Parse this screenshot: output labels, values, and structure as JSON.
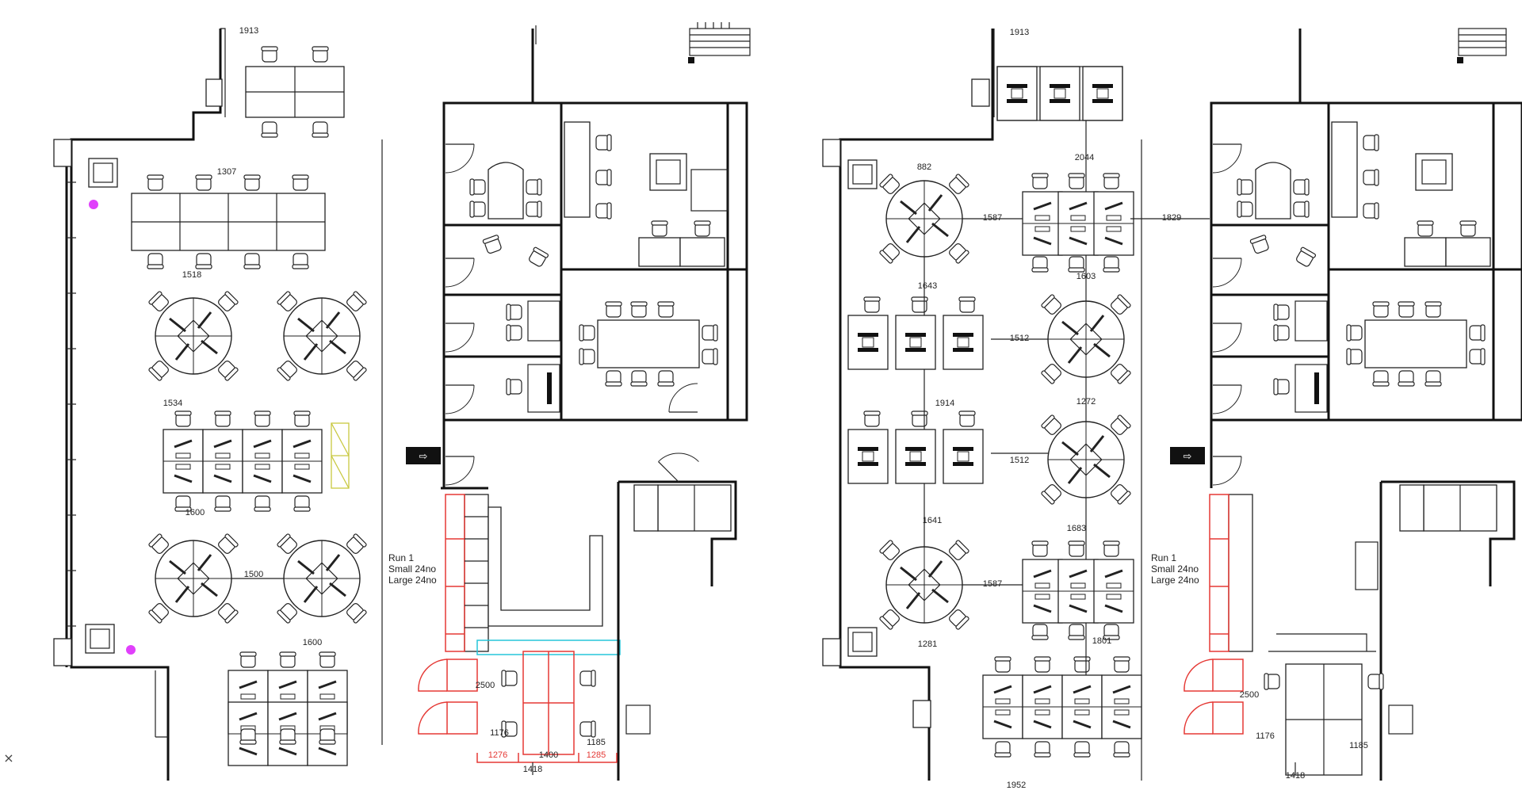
{
  "close_icon": "close-icon",
  "left_plan": {
    "dims": [
      "1913",
      "1307",
      "1518",
      "1534",
      "1600",
      "1500",
      "1600",
      "2500",
      "1176",
      "1185",
      "1276",
      "1400",
      "1285",
      "1418"
    ],
    "run_label": [
      "Run 1",
      "Small 24no",
      "Large 24no"
    ]
  },
  "right_plan": {
    "dims": [
      "1913",
      "2044",
      "882",
      "1587",
      "1829",
      "1643",
      "1603",
      "1512",
      "1914",
      "1272",
      "1512",
      "1641",
      "1683",
      "1587",
      "1281",
      "1801",
      "1952",
      "2500",
      "1176",
      "1185",
      "1418"
    ],
    "run_label": [
      "Run 1",
      "Small 24no",
      "Large 24no"
    ]
  },
  "colors": {
    "magenta_marker": "#e040fb",
    "red_markup": "#e53935",
    "yellow_markup": "#c8c840",
    "cyan_markup": "#26c6da"
  }
}
